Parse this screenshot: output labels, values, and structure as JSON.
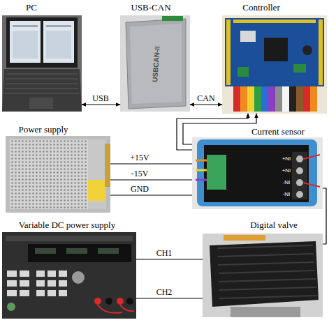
{
  "diagram": {
    "nodes": [
      {
        "text": [
          "PC"
        ]
      },
      {
        "text": [
          "USB-CAN"
        ]
      },
      {
        "text": [
          "Controller"
        ]
      },
      {
        "text": [
          "Power supply"
        ]
      },
      {
        "text": [
          "Current sensor"
        ]
      },
      {
        "text": [
          "Variable DC power supply"
        ]
      },
      {
        "text": [
          "Digital valve"
        ]
      }
    ],
    "edges": [
      {
        "from": 0,
        "to": 1,
        "label": "USB",
        "arrow": "both"
      },
      {
        "from": 1,
        "to": 2,
        "label": "CAN",
        "arrow": "both"
      },
      {
        "from": 4,
        "to": 2,
        "arrow": "to"
      },
      {
        "from": 4,
        "to": 2,
        "arrow": "to"
      },
      {
        "from": 3,
        "to": 4,
        "label": "+15V",
        "arrow": "none"
      },
      {
        "from": 3,
        "to": 4,
        "label": "-15V",
        "arrow": "none"
      },
      {
        "from": 3,
        "to": 4,
        "label": "GND",
        "arrow": "none"
      },
      {
        "from": 5,
        "to": 6,
        "label": "CH1",
        "arrow": "none"
      },
      {
        "from": 5,
        "to": 6,
        "label": "CH2",
        "arrow": "none"
      },
      {
        "from": 4,
        "to": 6,
        "arrow": "none"
      }
    ],
    "labels": [
      "USBCAN-II",
      "+NI",
      "+NI",
      "-NI",
      "-NI"
    ]
  }
}
